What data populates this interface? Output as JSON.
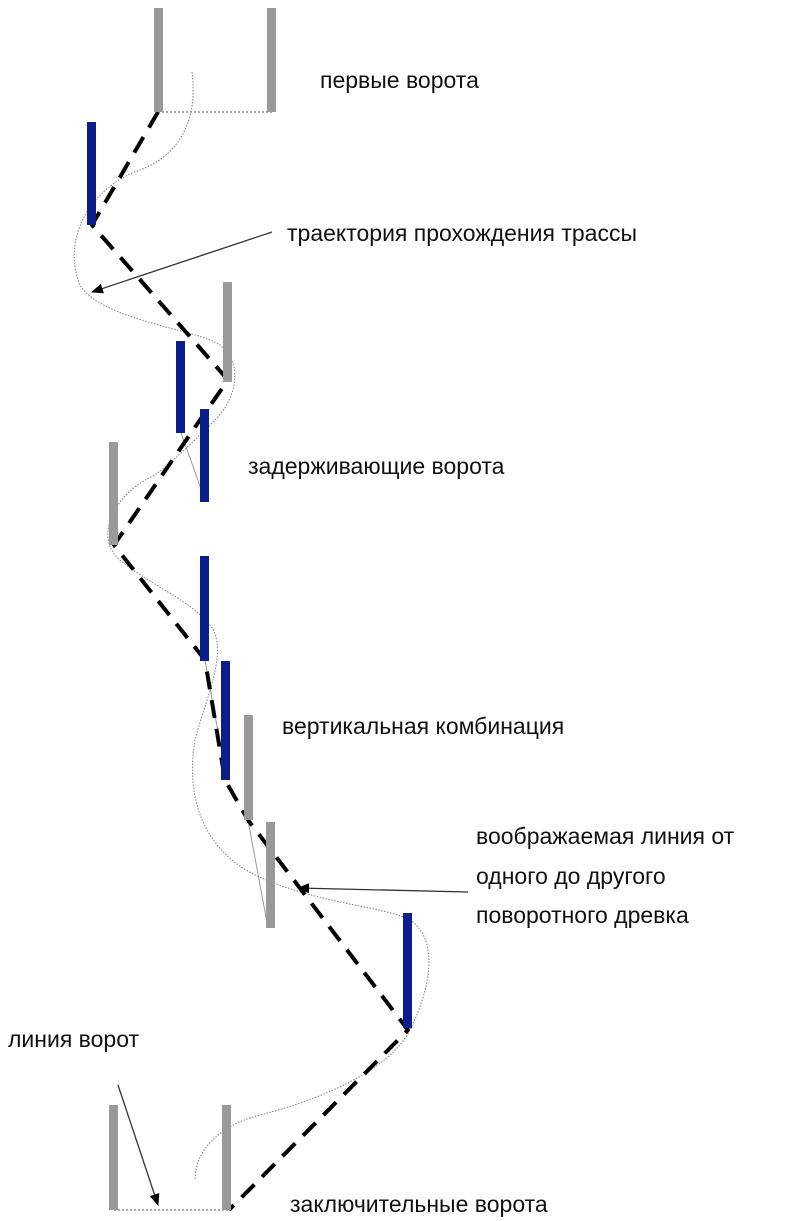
{
  "labels": {
    "first_gate": "первые ворота",
    "trajectory": "траектория прохождения трассы",
    "delay_gate": "задерживающие ворота",
    "vertical_combination": "вертикальная комбинация",
    "imaginary_line_1": "воображаемая линия от",
    "imaginary_line_2": "одного до другого",
    "imaginary_line_3": "поворотного древка",
    "gate_line": "линия ворот",
    "final_gate": "заключительные ворота"
  },
  "colors": {
    "gray_pole": "#999999",
    "blue_pole": "#0a1f8c",
    "dashed_line": "#000000",
    "trajectory": "#8a8a8a",
    "arrow": "#333333"
  }
}
